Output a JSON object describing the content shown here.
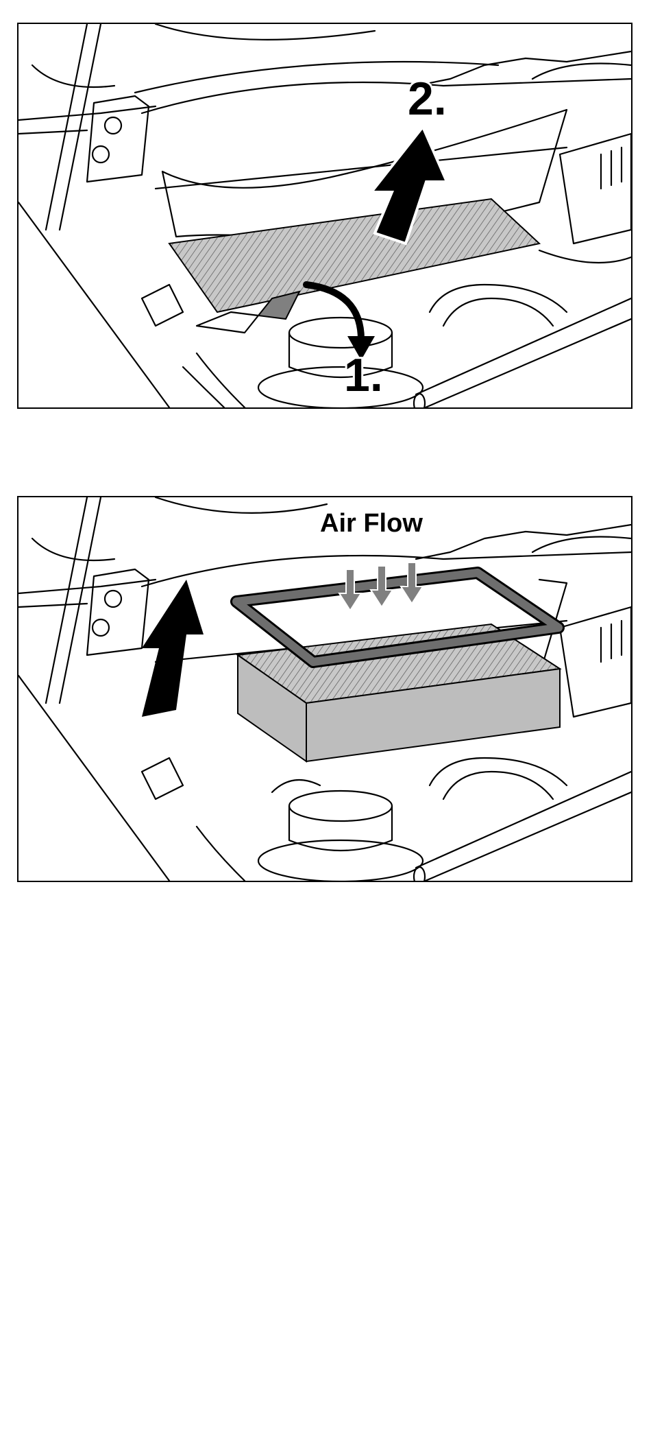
{
  "panels": [
    {
      "step1_label": "1.",
      "step2_label": "2."
    },
    {
      "airflow_label": "Air Flow"
    }
  ],
  "colors": {
    "line": "#000000",
    "filter_gray": "#bdbdbd",
    "frame_gray": "#6e6e6e",
    "clip_gray": "#808080",
    "arrow_black": "#000000"
  }
}
